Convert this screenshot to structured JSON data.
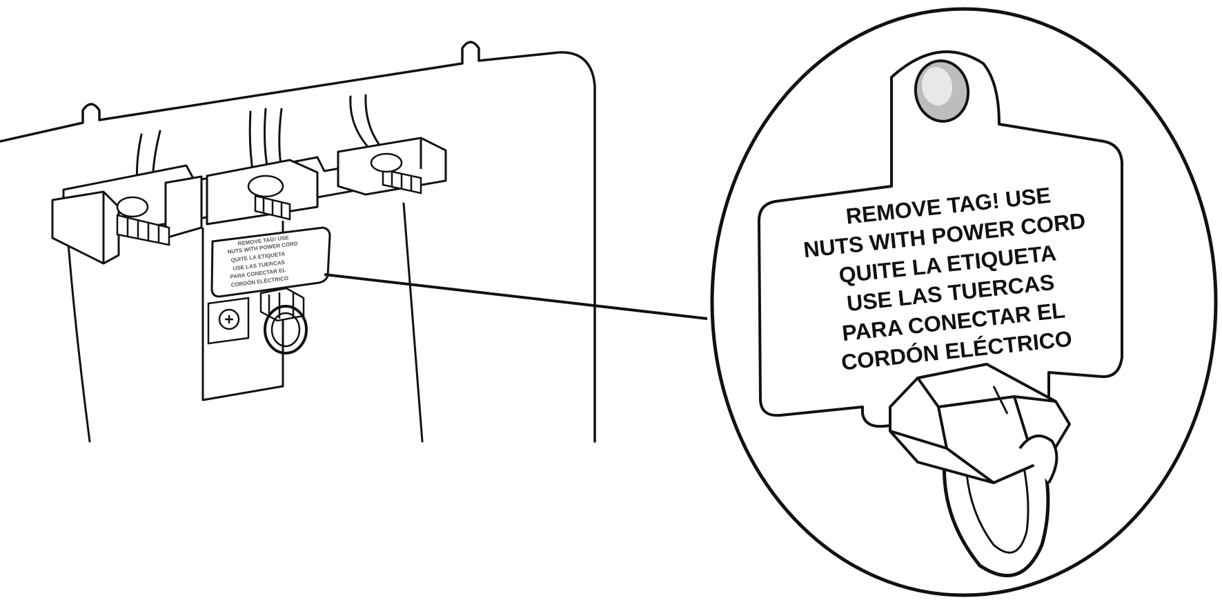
{
  "colors": {
    "line": "#111111",
    "fill": "#ffffff",
    "shade": "#d9d9d9",
    "hole": "#bdbdbd"
  },
  "tag": {
    "lines": [
      "REMOVE TAG! USE",
      "NUTS WITH POWER CORD",
      "QUITE LA ETIQUETA",
      "USE LAS TUERCAS",
      "PARA CONECTAR EL",
      "CORDÓN ELÉCTRICO"
    ]
  }
}
